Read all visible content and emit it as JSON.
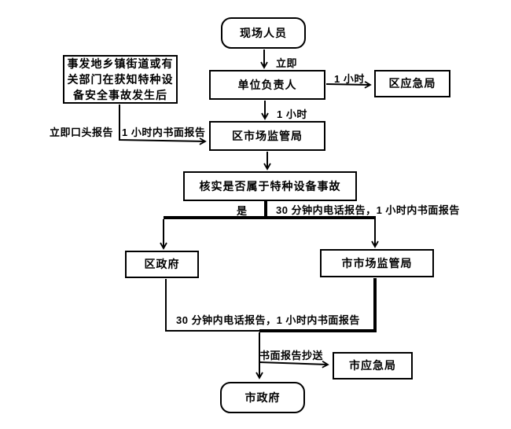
{
  "flowchart": {
    "nodes": {
      "onsite_personnel": {
        "label": "现场人员"
      },
      "unit_head": {
        "label": "单位负责人"
      },
      "district_emergency": {
        "label": "区应急局"
      },
      "district_market_bureau": {
        "label": "区市场监管局"
      },
      "township_dept": {
        "label": "事发地乡镇街道或有\n关部门在获知特种设\n备安全事故发生后"
      },
      "verify": {
        "label": "核实是否属于特种设备事故"
      },
      "district_government": {
        "label": "区政府"
      },
      "city_market_bureau": {
        "label": "市市场监管局"
      },
      "city_emergency": {
        "label": "市应急局"
      },
      "city_government": {
        "label": "市政府"
      }
    },
    "edge_labels": {
      "immediately": "立即",
      "one_hour_to_district_emerg": "1 小时",
      "one_hour_to_district_market": "1 小时",
      "immediate_verbal_report": "立即口头报告",
      "written_report_within_1h": "1 小时内书面报告",
      "yes": "是",
      "phone_30min_written_1h_upper": "30 分钟内电话报告，1 小时内书面报告",
      "phone_30min_written_1h_lower": "30 分钟内电话报告，1 小时内书面报告",
      "written_report_copy": "书面报告抄送"
    },
    "colors": {
      "line": "#000000",
      "text": "#000000",
      "background": "#ffffff",
      "node_fill": "#ffffff",
      "node_border": "#000000"
    }
  }
}
